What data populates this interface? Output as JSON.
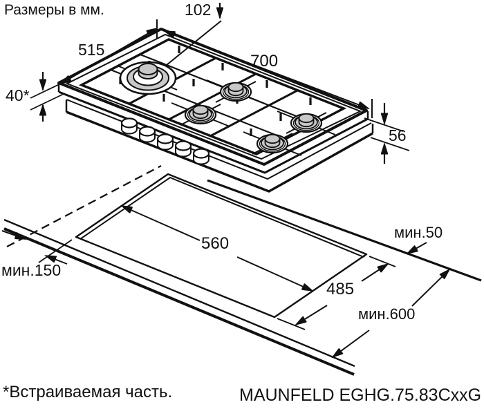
{
  "header": {
    "title": "Размеры в мм."
  },
  "hob": {
    "dimensions": {
      "burner_offset_back": "102",
      "depth": "515",
      "width": "700",
      "built_in_depth": "40*",
      "height": "56"
    }
  },
  "installation": {
    "cutout_width": "560",
    "cutout_depth": "485",
    "clearance_back": "мин.50",
    "clearance_side": "мин.150",
    "worktop_depth": "мин.600"
  },
  "footer": {
    "note": "*Встраиваемая часть.",
    "model": "MAUNFELD EGHG.75.83CxxG"
  },
  "colors": {
    "line": "#111111",
    "burner_gray": "#c8c8c8",
    "background": "#ffffff"
  }
}
